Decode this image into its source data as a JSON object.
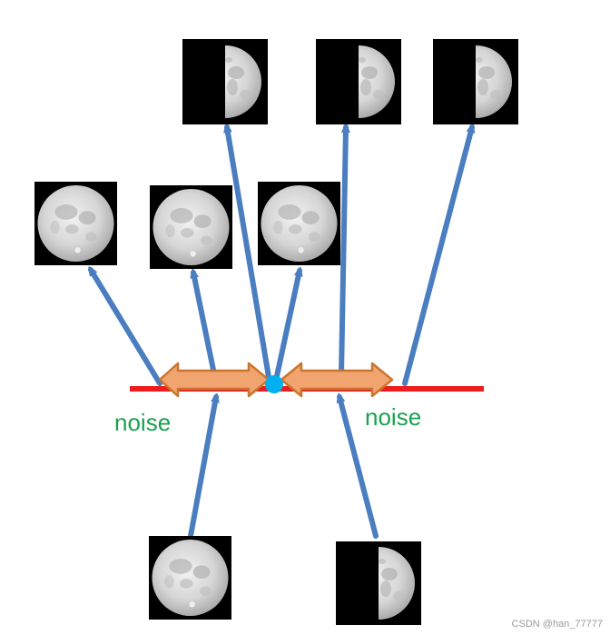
{
  "labels": {
    "noise_left": "noise",
    "noise_right": "noise"
  },
  "watermark": "CSDN @han_77777",
  "colors": {
    "arrow": "#4a7ec0",
    "baseline": "#ee1c1c",
    "noise_arrow_fill": "#f2a470",
    "noise_arrow_stroke": "#c9752e",
    "center_point": "#00b0f0",
    "noise_text": "#1aa150",
    "tile_bg": "#000000"
  },
  "moon_icons": {
    "full": "full-moon-icon",
    "half": "half-moon-icon"
  }
}
